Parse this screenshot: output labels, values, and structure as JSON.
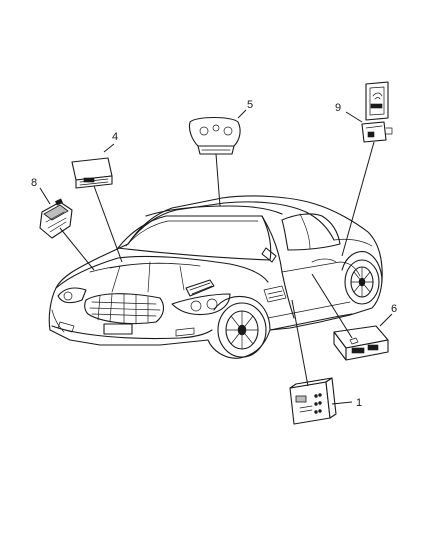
{
  "callouts": [
    {
      "id": "1",
      "label": "1"
    },
    {
      "id": "4",
      "label": "4"
    },
    {
      "id": "5",
      "label": "5"
    },
    {
      "id": "6",
      "label": "6"
    },
    {
      "id": "8",
      "label": "8"
    },
    {
      "id": "9",
      "label": "9"
    }
  ],
  "colors": {
    "line": "#1a1a1a",
    "background": "#ffffff"
  }
}
